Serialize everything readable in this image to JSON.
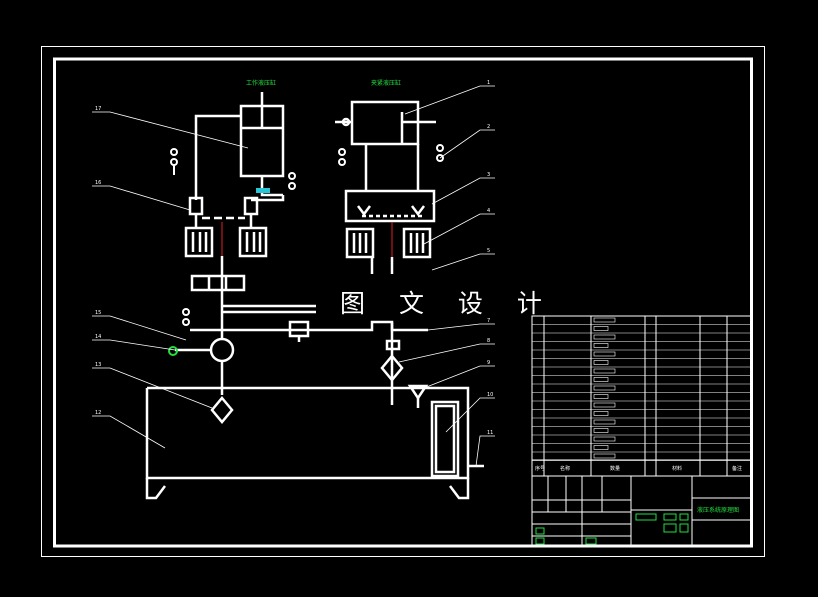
{
  "watermark": "图 文 设 计",
  "captions": {
    "left_cylinder": "工作液压缸",
    "right_cylinder": "夹紧液压缸"
  },
  "title_block": {
    "drawing_title": "液压系统原理图"
  },
  "bom_header": [
    "序号",
    "名称",
    "数量",
    "材料",
    "备注"
  ],
  "part_labels": [
    "17",
    "16",
    "15",
    "14",
    "13",
    "12",
    "1",
    "2",
    "3",
    "4",
    "5",
    "7",
    "8",
    "9",
    "10",
    "11"
  ],
  "colors": {
    "background": "#000000",
    "lines": "#ffffff",
    "caption_green": "#22e040",
    "accent_cyan": "#29c6d8",
    "accent_red": "#e02020"
  }
}
